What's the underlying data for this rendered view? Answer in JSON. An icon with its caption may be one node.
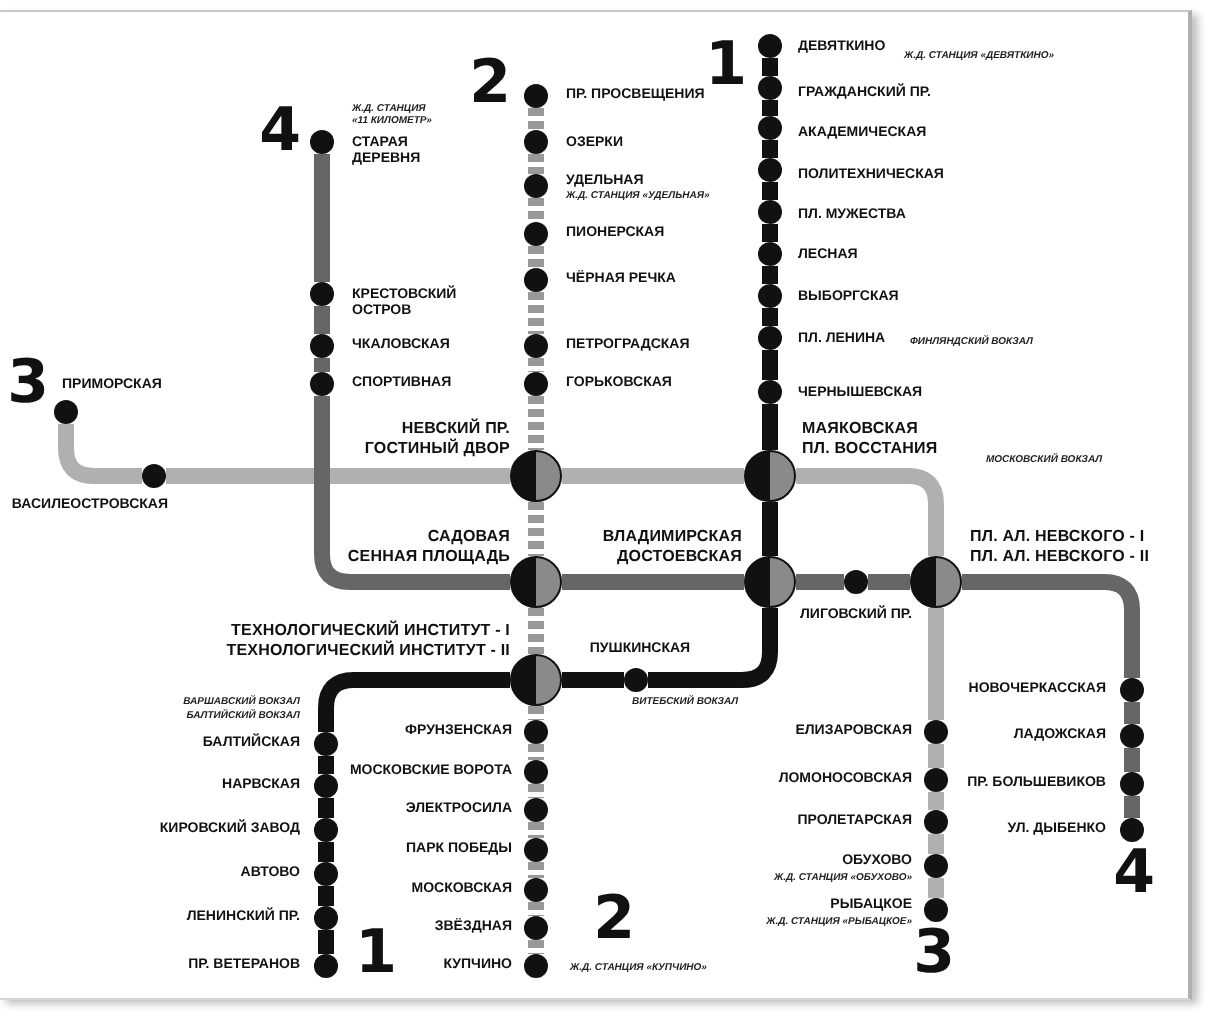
{
  "diagram": {
    "nodes": [
      {
        "text": [
          "ДЕВЯТКИНО"
        ]
      },
      {
        "text": [
          "ГРАЖДАНСКИЙ ПР."
        ]
      },
      {
        "text": [
          "ПР. ПРОСВЕЩЕНИЯ"
        ]
      },
      {
        "text": [
          "АКАДЕМИЧЕСКАЯ"
        ]
      },
      {
        "text": [
          "СТАРАЯ ДЕРЕВНЯ"
        ],
        "beside": [
          "Ж.Д. СТАНЦИЯ «11 КИЛОМЕТР»"
        ]
      },
      {
        "text": [
          "ОЗЕРКИ"
        ]
      },
      {
        "text": [
          "ПОЛИТЕХНИЧЕСКАЯ"
        ]
      },
      {
        "text": [
          "УДЕЛЬНАЯ"
        ],
        "beside": [
          "Ж.Д. СТАНЦИЯ «УДЕЛЬНАЯ»"
        ]
      },
      {
        "text": [
          "ПЛ. МУЖЕСТВА"
        ]
      },
      {
        "text": [
          "ПИОНЕРСКАЯ"
        ]
      },
      {
        "text": [
          "ЛЕСНАЯ"
        ]
      },
      {
        "text": [
          "ЧЁРНАЯ РЕЧКА"
        ]
      },
      {
        "text": [
          "КРЕСТОВСКИЙ ОСТРОВ"
        ]
      },
      {
        "text": [
          "ВЫБОРГСКАЯ"
        ]
      },
      {
        "text": [
          "ПЛ. ЛЕНИНА"
        ]
      },
      {
        "text": [
          "ЧКАЛОВСКАЯ"
        ]
      },
      {
        "text": [
          "ПЕТРОГРАДСКАЯ"
        ]
      },
      {
        "text": [
          "СПОРТИВНАЯ"
        ]
      },
      {
        "text": [
          "ГОРЬКОВСКАЯ"
        ]
      },
      {
        "text": [
          "ЧЕРНЫШЕВСКАЯ"
        ]
      },
      {
        "text": [
          "ПРИМОРСКАЯ"
        ]
      },
      {
        "text": [
          "ВАСИЛЕОСТРОВСКАЯ"
        ]
      },
      {
        "text": [
          "НЕВСКИЙ ПР.",
          "ГОСТИНЫЙ ДВОР"
        ]
      },
      {
        "text": [
          "МАЯКОВСКАЯ",
          "ПЛ. ВОССТАНИЯ"
        ]
      },
      {
        "text": [
          "САДОВАЯ",
          "СЕННАЯ ПЛОЩАДЬ"
        ]
      },
      {
        "text": [
          "ВЛАДИМИРСКАЯ",
          "ДОСТОЕВСКАЯ"
        ]
      },
      {
        "text": [
          "ЛИГОВСКИЙ ПР."
        ]
      },
      {
        "text": [
          "ПЛ. АЛ. НЕВСКОГО - I",
          "ПЛ. АЛ. НЕВСКОГО - II"
        ]
      },
      {
        "text": [
          "ТЕХНОЛОГИЧЕСКИЙ ИНСТИТУТ - I",
          "ТЕХНОЛОГИЧЕСКИЙ ИНСТИТУТ - II"
        ]
      },
      {
        "text": [
          "ПУШКИНСКАЯ"
        ],
        "beside": [
          "ВИТЕБСКИЙ ВОКЗАЛ"
        ]
      },
      {
        "text": [
          "НОВОЧЕРКАССКАЯ"
        ]
      },
      {
        "text": [
          "ФРУНЗЕНСКАЯ"
        ]
      },
      {
        "text": [
          "ЕЛИЗАРОВСКАЯ"
        ]
      },
      {
        "text": [
          "ЛАДОЖСКАЯ"
        ]
      },
      {
        "text": [
          "БАЛТИЙСКАЯ"
        ],
        "beside": [
          "ВАРШАВСКИЙ ВОКЗАЛ",
          "БАЛТИЙСКИЙ ВОКЗАЛ"
        ]
      },
      {
        "text": [
          "МОСКОВСКИЕ ВОРОТА"
        ]
      },
      {
        "text": [
          "ЛОМОНОСОВСКАЯ"
        ]
      },
      {
        "text": [
          "ПР. БОЛЬШЕВИКОВ"
        ]
      },
      {
        "text": [
          "НАРВСКАЯ"
        ]
      },
      {
        "text": [
          "ЭЛЕКТРОСИЛА"
        ]
      },
      {
        "text": [
          "ПРОЛЕТАРСКАЯ"
        ]
      },
      {
        "text": [
          "КИРОВСКИЙ ЗАВОД"
        ]
      },
      {
        "text": [
          "УЛ. ДЫБЕНКО"
        ]
      },
      {
        "text": [
          "ПАРК ПОБЕДЫ"
        ]
      },
      {
        "text": [
          "ОБУХОВО"
        ],
        "beside": [
          "Ж.Д. СТАНЦИЯ «ОБУХОВО»"
        ]
      },
      {
        "text": [
          "АВТОВО"
        ]
      },
      {
        "text": [
          "МОСКОВСКАЯ"
        ]
      },
      {
        "text": [
          "РЫБАЦКОЕ"
        ],
        "beside": [
          "Ж.Д. СТАНЦИЯ «РЫБАЦКОЕ»"
        ]
      },
      {
        "text": [
          "ЛЕНИНСКИЙ ПР."
        ]
      },
      {
        "text": [
          "ЗВЁЗДНАЯ"
        ]
      },
      {
        "text": [
          "ПР. ВЕТЕРАНОВ"
        ]
      },
      {
        "text": [
          "КУПЧИНО"
        ],
        "beside": [
          "Ж.Д. СТАНЦИЯ «КУПЧИНО»"
        ]
      }
    ],
    "edges": [
      {
        "from": 0,
        "to": 1,
        "arrow": "none"
      },
      {
        "from": 1,
        "to": 3,
        "arrow": "none"
      },
      {
        "from": 3,
        "to": 6,
        "arrow": "none"
      },
      {
        "from": 6,
        "to": 8,
        "arrow": "none"
      },
      {
        "from": 8,
        "to": 10,
        "arrow": "none"
      },
      {
        "from": 10,
        "to": 13,
        "arrow": "none"
      },
      {
        "from": 13,
        "to": 14,
        "arrow": "none"
      },
      {
        "from": 14,
        "to": 19,
        "arrow": "none"
      },
      {
        "from": 19,
        "to": 23,
        "arrow": "none"
      },
      {
        "from": 23,
        "to": 25,
        "arrow": "none"
      },
      {
        "from": 25,
        "to": 29,
        "arrow": "none"
      },
      {
        "from": 29,
        "to": 28,
        "arrow": "none"
      },
      {
        "from": 28,
        "to": 34,
        "arrow": "none"
      },
      {
        "from": 34,
        "to": 38,
        "arrow": "none"
      },
      {
        "from": 38,
        "to": 41,
        "arrow": "none"
      },
      {
        "from": 41,
        "to": 45,
        "arrow": "none"
      },
      {
        "from": 45,
        "to": 48,
        "arrow": "none"
      },
      {
        "from": 48,
        "to": 50,
        "arrow": "none"
      },
      {
        "from": 2,
        "to": 5,
        "arrow": "none",
        "style": "dashed",
        "color": "#999999"
      },
      {
        "from": 5,
        "to": 7,
        "arrow": "none",
        "style": "dashed",
        "color": "#999999"
      },
      {
        "from": 7,
        "to": 9,
        "arrow": "none",
        "style": "dashed",
        "color": "#999999"
      },
      {
        "from": 9,
        "to": 11,
        "arrow": "none",
        "style": "dashed",
        "color": "#999999"
      },
      {
        "from": 11,
        "to": 16,
        "arrow": "none",
        "style": "dashed",
        "color": "#999999"
      },
      {
        "from": 16,
        "to": 18,
        "arrow": "none",
        "style": "dashed",
        "color": "#999999"
      },
      {
        "from": 18,
        "to": 22,
        "arrow": "none",
        "style": "dashed",
        "color": "#999999"
      },
      {
        "from": 22,
        "to": 24,
        "arrow": "none",
        "style": "dashed",
        "color": "#999999"
      },
      {
        "from": 24,
        "to": 28,
        "arrow": "none",
        "style": "dashed",
        "color": "#999999"
      },
      {
        "from": 28,
        "to": 31,
        "arrow": "none",
        "style": "dashed",
        "color": "#999999"
      },
      {
        "from": 31,
        "to": 35,
        "arrow": "none",
        "style": "dashed",
        "color": "#999999"
      },
      {
        "from": 35,
        "to": 39,
        "arrow": "none",
        "style": "dashed",
        "color": "#999999"
      },
      {
        "from": 39,
        "to": 43,
        "arrow": "none",
        "style": "dashed",
        "color": "#999999"
      },
      {
        "from": 43,
        "to": 46,
        "arrow": "none",
        "style": "dashed",
        "color": "#999999"
      },
      {
        "from": 46,
        "to": 49,
        "arrow": "none",
        "style": "dashed",
        "color": "#999999"
      },
      {
        "from": 49,
        "to": 51,
        "arrow": "none",
        "style": "dashed",
        "color": "#999999"
      },
      {
        "from": 20,
        "to": 21,
        "arrow": "none",
        "color": "#b0b0b0"
      },
      {
        "from": 21,
        "to": 22,
        "arrow": "none",
        "color": "#b0b0b0"
      },
      {
        "from": 22,
        "to": 23,
        "arrow": "none",
        "color": "#b0b0b0"
      },
      {
        "from": 23,
        "to": 27,
        "arrow": "none",
        "color": "#b0b0b0"
      },
      {
        "from": 27,
        "to": 32,
        "arrow": "none",
        "color": "#b0b0b0"
      },
      {
        "from": 32,
        "to": 36,
        "arrow": "none",
        "color": "#b0b0b0"
      },
      {
        "from": 36,
        "to": 40,
        "arrow": "none",
        "color": "#b0b0b0"
      },
      {
        "from": 40,
        "to": 44,
        "arrow": "none",
        "color": "#b0b0b0"
      },
      {
        "from": 44,
        "to": 47,
        "arrow": "none",
        "color": "#b0b0b0"
      },
      {
        "from": 4,
        "to": 12,
        "arrow": "none",
        "color": "#666666"
      },
      {
        "from": 12,
        "to": 15,
        "arrow": "none",
        "color": "#666666"
      },
      {
        "from": 15,
        "to": 17,
        "arrow": "none",
        "color": "#666666"
      },
      {
        "from": 17,
        "to": 24,
        "arrow": "none",
        "color": "#666666"
      },
      {
        "from": 24,
        "to": 25,
        "arrow": "none",
        "color": "#666666"
      },
      {
        "from": 25,
        "to": 26,
        "arrow": "none",
        "color": "#666666"
      },
      {
        "from": 26,
        "to": 27,
        "arrow": "none",
        "color": "#666666"
      },
      {
        "from": 27,
        "to": 30,
        "arrow": "none",
        "color": "#666666"
      },
      {
        "from": 30,
        "to": 33,
        "arrow": "none",
        "color": "#666666"
      },
      {
        "from": 33,
        "to": 37,
        "arrow": "none",
        "color": "#666666"
      },
      {
        "from": 37,
        "to": 42,
        "arrow": "none",
        "color": "#666666"
      }
    ],
    "labels": [
      "1",
      "Ж.Д. СТАНЦИЯ «ДЕВЯТКИНО»",
      "2",
      "4",
      "ФИНЛЯНДСКИЙ ВОКЗАЛ",
      "3",
      "МОСКОВСКИЙ ВОКЗАЛ",
      "4",
      "2",
      "1",
      "3"
    ]
  }
}
